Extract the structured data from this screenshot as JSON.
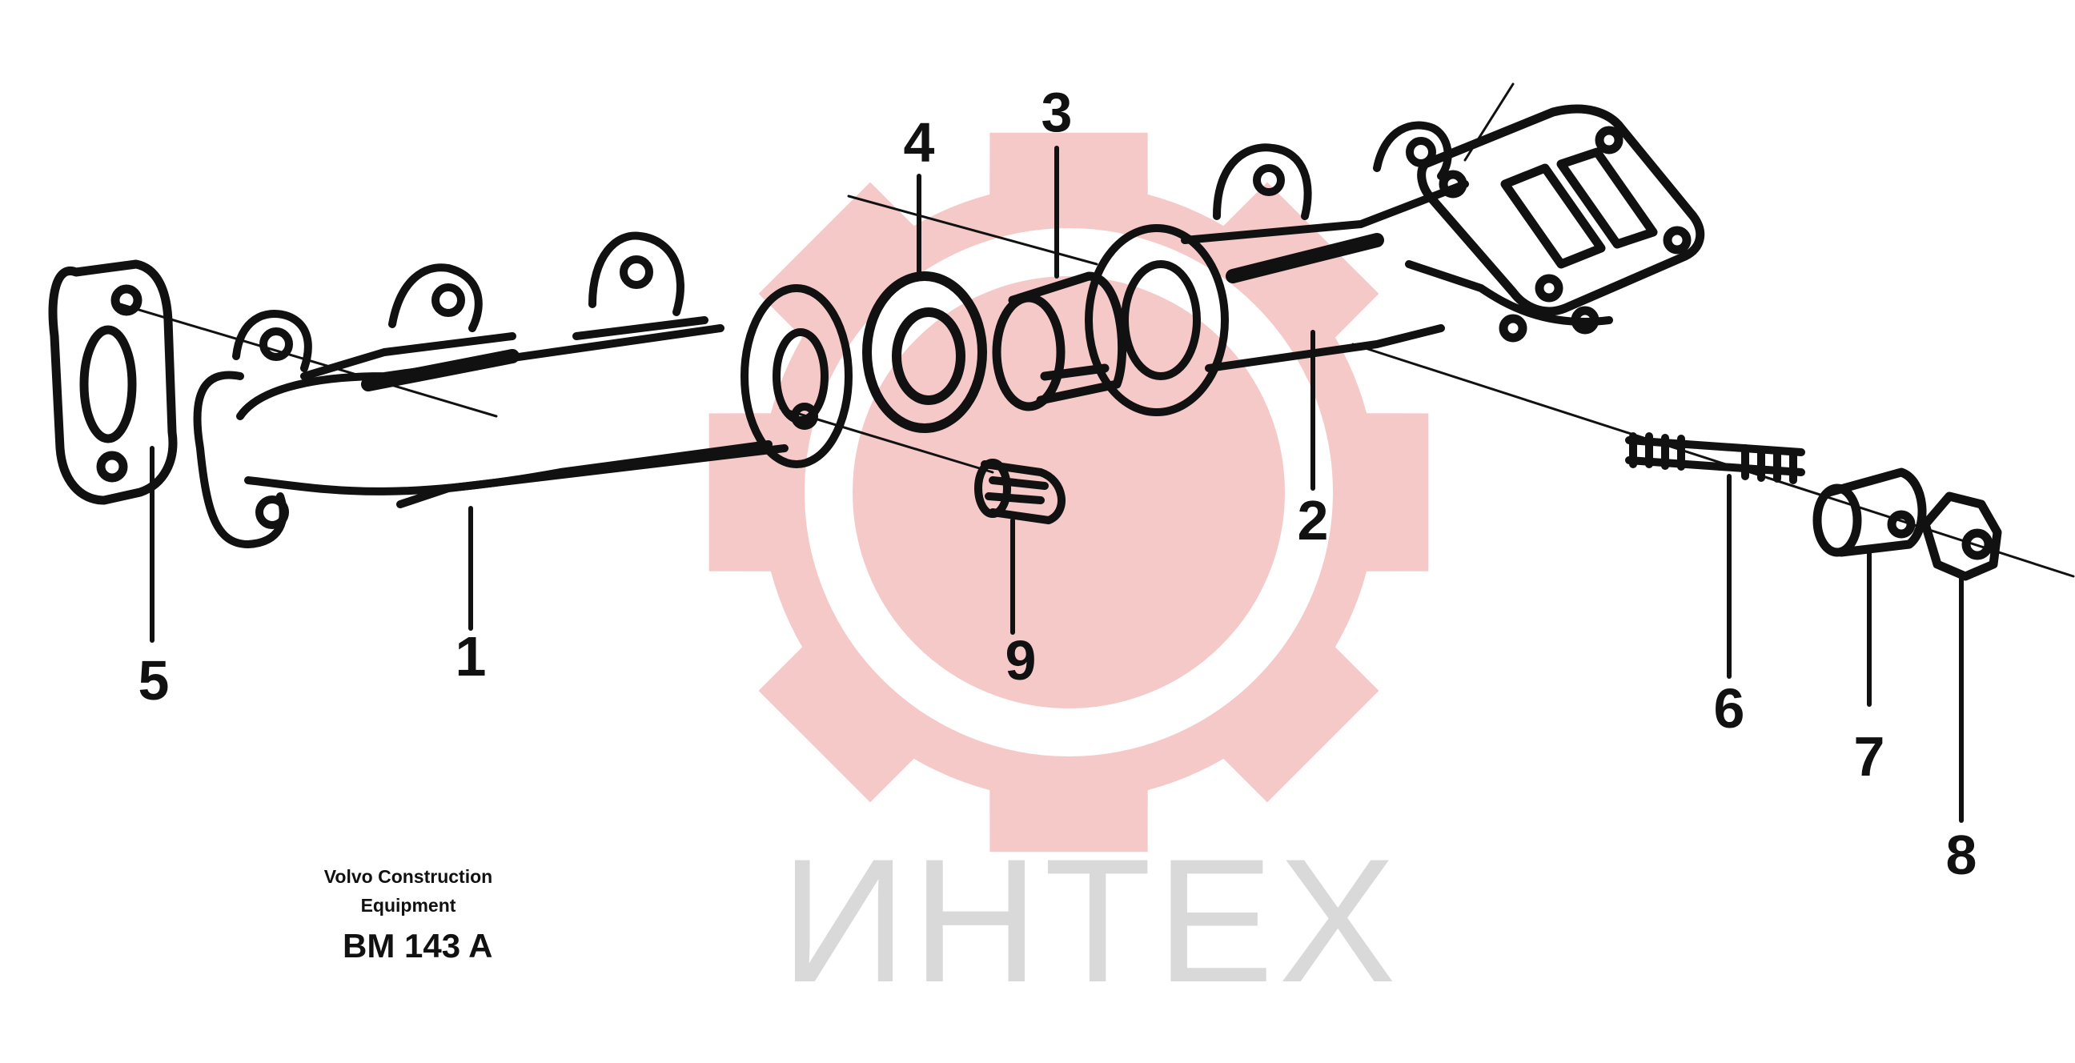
{
  "diagram": {
    "callouts": [
      {
        "id": "1",
        "label": "1"
      },
      {
        "id": "2",
        "label": "2"
      },
      {
        "id": "3",
        "label": "3"
      },
      {
        "id": "4",
        "label": "4"
      },
      {
        "id": "5",
        "label": "5"
      },
      {
        "id": "6",
        "label": "6"
      },
      {
        "id": "7",
        "label": "7"
      },
      {
        "id": "8",
        "label": "8"
      },
      {
        "id": "9",
        "label": "9"
      }
    ],
    "caption": {
      "line1": "Volvo Construction",
      "line2": "Equipment",
      "code": "BM 143 A"
    },
    "watermark": {
      "text": "ИНТЕХ",
      "gear_color": "#f6c9c9",
      "text_color": "#d9d9d9"
    },
    "line_color": "#111111"
  }
}
